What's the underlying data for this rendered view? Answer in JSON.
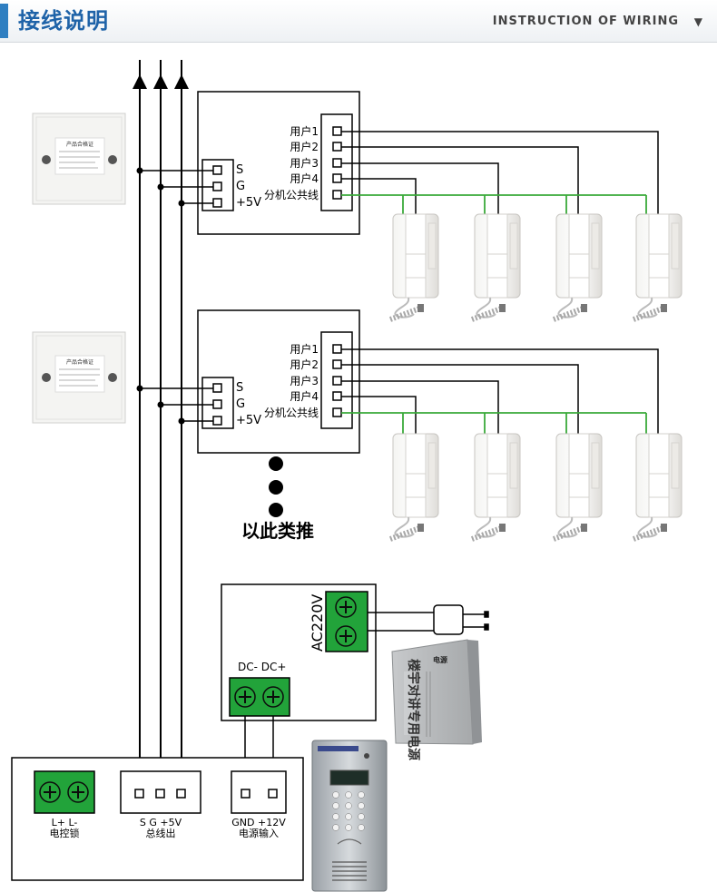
{
  "header": {
    "title": "接线说明",
    "subtitle": "INSTRUCTION OF WIRING",
    "arrow": "▼"
  },
  "units": [
    {
      "users": [
        "用户1",
        "用户2",
        "用户3",
        "用户4"
      ],
      "common": "分机公共线",
      "pins": [
        "S",
        "G",
        "+5V"
      ],
      "card_title": "产品合格证"
    },
    {
      "users": [
        "用户1",
        "用户2",
        "用户3",
        "用户4"
      ],
      "common": "分机公共线",
      "pins": [
        "S",
        "G",
        "+5V"
      ],
      "card_title": "产品合格证"
    }
  ],
  "continue_text": "以此类推",
  "power": {
    "ac_label": "AC220V",
    "dc_label": "DC- DC+",
    "box_title": "电源",
    "box_text": "楼宇对讲专用电源"
  },
  "main_unit": {
    "lock_pins": "L+ L-",
    "lock_label": "电控锁",
    "bus_pins": "S G +5V",
    "bus_label": "总线出",
    "power_pins": "GND +12V",
    "power_label": "电源输入"
  },
  "colors": {
    "accent": "#2f7fc1",
    "green_terminal": "#22a33a",
    "common_wire": "#3aa93a"
  }
}
